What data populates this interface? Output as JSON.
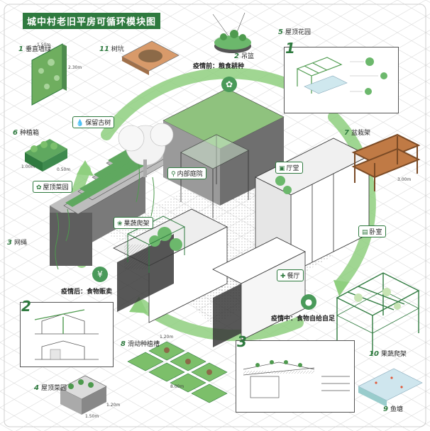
{
  "title": "城中村老旧平房可循环模块图",
  "modules": [
    {
      "num": "1",
      "label": "垂直墙绿"
    },
    {
      "num": "2",
      "label": "吊篮"
    },
    {
      "num": "3",
      "label": "网绳"
    },
    {
      "num": "4",
      "label": "屋顶菜园"
    },
    {
      "num": "5",
      "label": "屋顶花园"
    },
    {
      "num": "6",
      "label": "种植箱"
    },
    {
      "num": "7",
      "label": "盆栽架"
    },
    {
      "num": "8",
      "label": "滑动种植槽"
    },
    {
      "num": "9",
      "label": "鱼塘"
    },
    {
      "num": "10",
      "label": "果蔬爬架"
    },
    {
      "num": "11",
      "label": "树坑"
    }
  ],
  "tags": {
    "tree": "保留古树",
    "roof_veg": "屋顶菜园",
    "courtyard": "内部庭院",
    "hall": "厅堂",
    "fruit_rack": "果蔬爬架",
    "bedroom": "卧室",
    "dining": "餐厅"
  },
  "phases": {
    "before": "疫情前：粮食耕种",
    "during": "疫情中：食物自给自足",
    "after": "疫情后：食物贩卖"
  },
  "panels": {
    "p1": "1",
    "p2": "2",
    "p3": "3"
  },
  "dims": {
    "wall_w": "1.50m",
    "wall_h": "2.30m",
    "box_w": "1.00m",
    "box_d": "0.50m",
    "rack_w": "3.00m",
    "slide_w": "8.00m",
    "slide_d": "1.20m",
    "roofveg_w": "1.50m",
    "roofveg_h": "1.20m"
  },
  "colors": {
    "green": "#4a9a5a",
    "dark_green": "#2f7a3f",
    "light_green": "#a8d49a",
    "grid": "#dcdcdc"
  }
}
